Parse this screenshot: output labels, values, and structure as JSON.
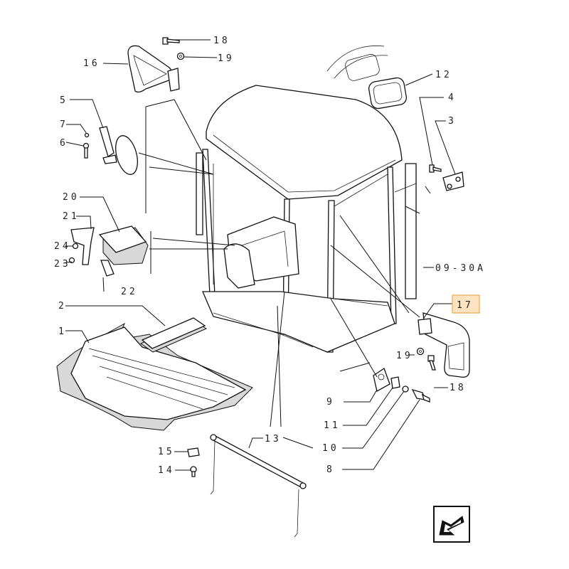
{
  "callouts": {
    "c1": "1",
    "c2": "2",
    "c3": "3",
    "c4": "4",
    "c5": "5",
    "c6": "6",
    "c7": "7",
    "c8": "8",
    "c9": "9",
    "c10": "10",
    "c11": "11",
    "c12": "12",
    "c13": "13",
    "c14": "14",
    "c15": "15",
    "c16": "16",
    "c17": "17",
    "c18a": "18",
    "c18b": "18",
    "c19a": "19",
    "c19b": "19",
    "c20": "20",
    "c21": "21",
    "c22": "22",
    "c23": "23",
    "c24": "24",
    "ref": "09-30A"
  },
  "highlight": {
    "label": "17",
    "fill": "#fde3bf",
    "border": "#e8a84a"
  },
  "icons": {
    "nav": "prev-page-arrow-icon"
  }
}
